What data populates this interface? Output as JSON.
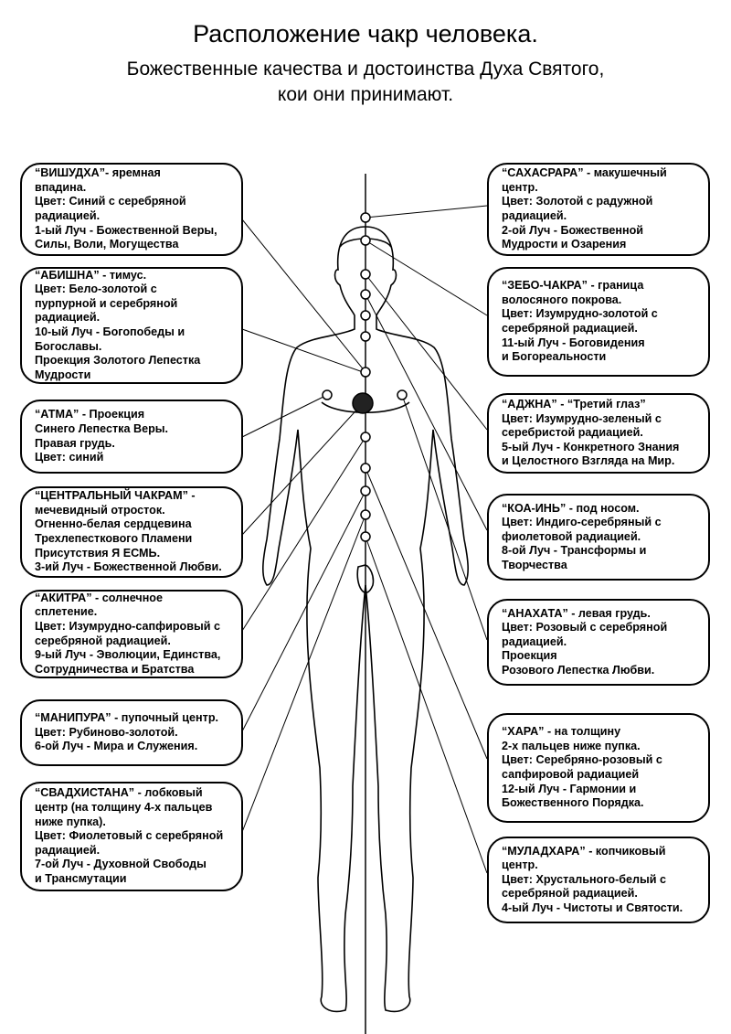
{
  "title": "Расположение чакр человека.",
  "subtitle": [
    "Божественные качества и достоинства Духа Святого,",
    "кои они принимают."
  ],
  "left_boxes": [
    {
      "lines": [
        "“ВИШУДХА”- яремная",
        "впадина.",
        "Цвет: Синий с серебряной",
        "радиацией.",
        "1-ый Луч - Божественной Веры,",
        "Силы, Воли, Могущества"
      ]
    },
    {
      "lines": [
        "“АБИШНА” - тимус.",
        "Цвет: Бело-золотой с",
        "пурпурной и серебряной",
        "радиацией.",
        "10-ый Луч - Богопобеды и",
        "Богославы.",
        "Проекция Золотого Лепестка",
        "Мудрости"
      ]
    },
    {
      "lines": [
        "“АТМА” - Проекция",
        "Синего Лепестка Веры.",
        "Правая грудь.",
        "Цвет: синий"
      ]
    },
    {
      "lines": [
        "“ЦЕНТРАЛЬНЫЙ ЧАКРАМ” -",
        "мечевидный отросток.",
        "Огненно-белая сердцевина",
        "Трехлепесткового Пламени",
        "Присутствия Я ЕСМЬ.",
        "3-ий Луч - Божественной Любви."
      ]
    },
    {
      "lines": [
        "“АКИТРА” - солнечное",
        "сплетение.",
        "Цвет: Изумрудно-сапфировый с",
        "серебряной радиацией.",
        "9-ый Луч - Эволюции, Единства,",
        "Сотрудничества и Братства"
      ]
    },
    {
      "lines": [
        "“МАНИПУРА” - пупочный центр.",
        "Цвет: Рубиново-золотой.",
        "6-ой Луч - Мира и Служения."
      ]
    },
    {
      "lines": [
        "“СВАДХИСТАНА” - лобковый",
        "центр (на толщину 4-х пальцев",
        "ниже пупка).",
        "Цвет: Фиолетовый с серебряной",
        "радиацией.",
        "7-ой Луч - Духовной Свободы",
        "и Трансмутации"
      ]
    }
  ],
  "right_boxes": [
    {
      "lines": [
        "“САХАСРАРА” - макушечный",
        "центр.",
        "Цвет: Золотой с радужной",
        "радиацией.",
        "2-ой Луч - Божественной",
        "Мудрости и Озарения"
      ]
    },
    {
      "lines": [
        "“ЗЕБО-ЧАКРА” - граница",
        "волосяного покрова.",
        "Цвет: Изумрудно-золотой с",
        "серебряной радиацией.",
        "11-ый Луч - Боговидения",
        "и Богореальности"
      ]
    },
    {
      "lines": [
        "“АДЖНА” - “Третий глаз”",
        "Цвет: Изумрудно-зеленый с",
        "серебристой радиацией.",
        "5-ый Луч - Конкретного Знания",
        "и Целостного Взгляда на Мир."
      ]
    },
    {
      "lines": [
        "“КОА-ИНЬ” - под носом.",
        "Цвет: Индиго-серебряный с",
        "фиолетовой радиацией.",
        "8-ой Луч - Трансформы и",
        "Творчества"
      ]
    },
    {
      "lines": [
        "“АНАХАТА” - левая грудь.",
        "Цвет: Розовый с серебряной",
        "радиацией.",
        "Проекция",
        " Розового Лепестка Любви."
      ]
    },
    {
      "lines": [
        "“ХАРА” - на толщину",
        "2-х пальцев ниже пупка.",
        "Цвет: Серебряно-розовый с",
        "сапфировой радиацией",
        "12-ый Луч - Гармонии и",
        "Божественного Порядка."
      ]
    },
    {
      "lines": [
        "“МУЛАДХАРА” - копчиковый",
        "центр.",
        "Цвет: Хрустального-белый с",
        "серебряной радиацией.",
        "4-ый Луч - Чистоты и Святости."
      ]
    }
  ]
}
